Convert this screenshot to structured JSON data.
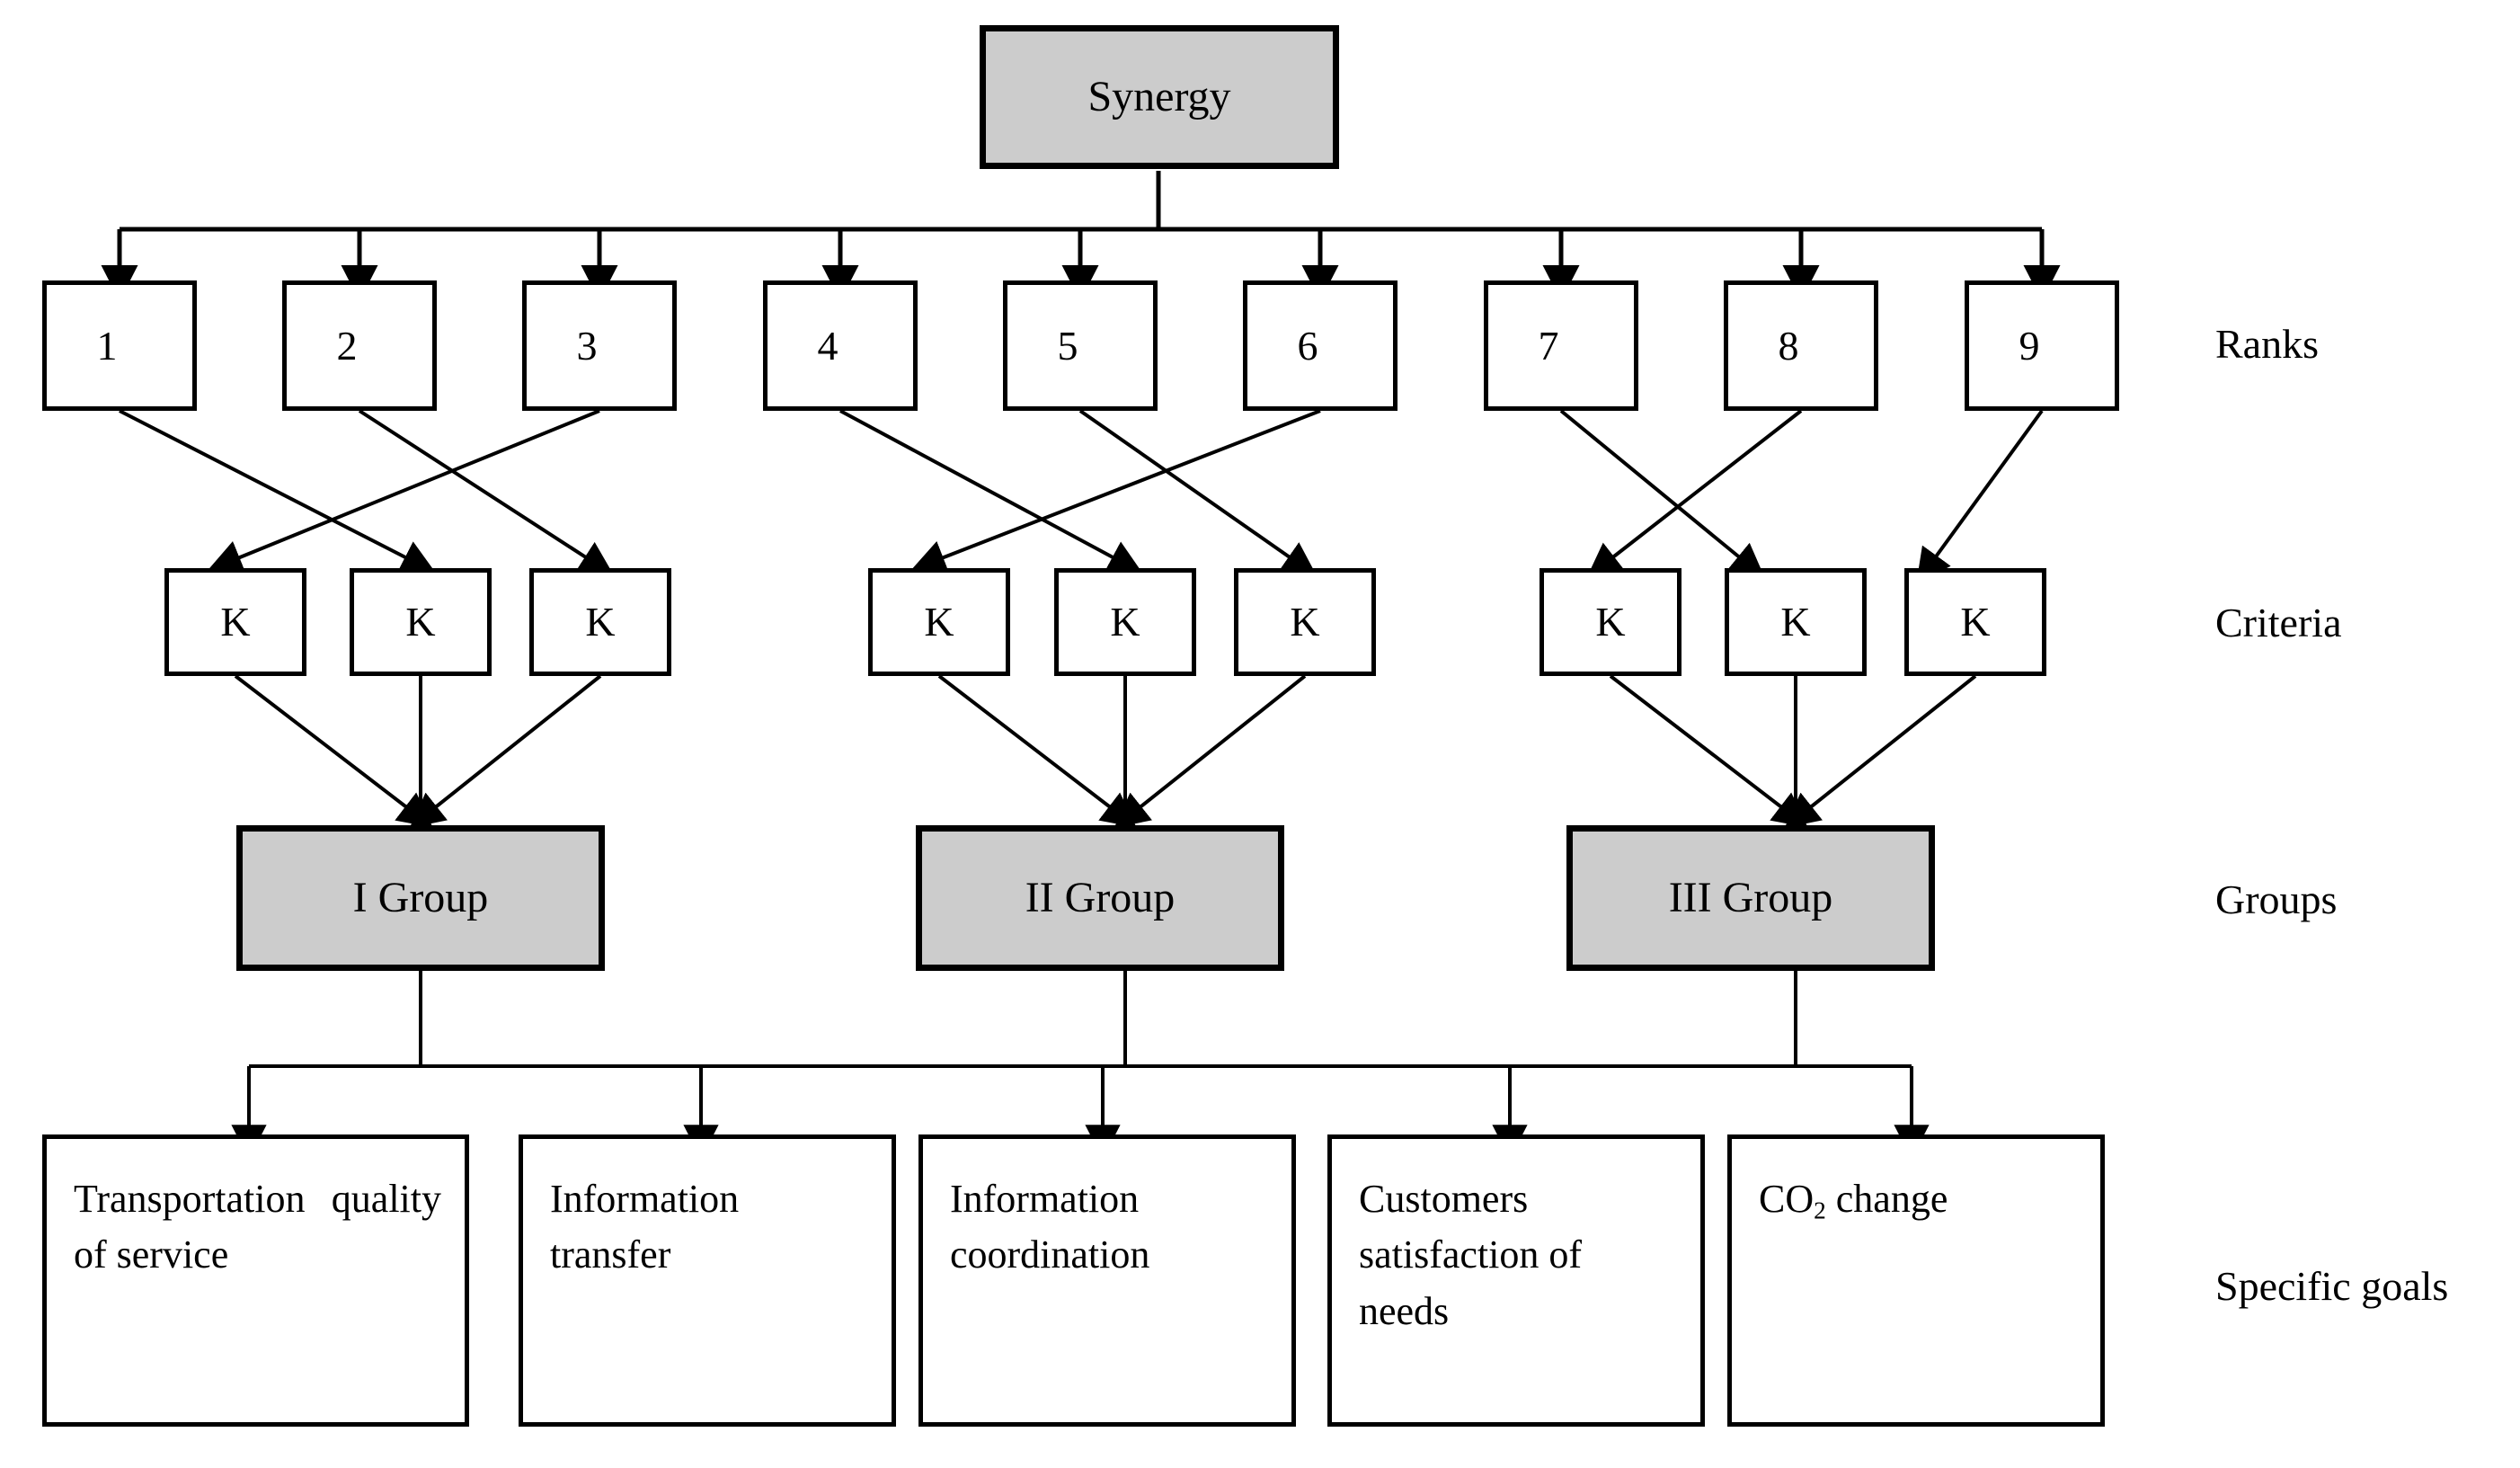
{
  "diagram": {
    "title": "Synergy",
    "top_node": {
      "label": "Synergy"
    },
    "row_captions": [
      {
        "id": "ranks",
        "label": "Ranks"
      },
      {
        "id": "criteria",
        "label": "Criteria"
      },
      {
        "id": "groups",
        "label": "Groups"
      },
      {
        "id": "goals",
        "label": "Specific goals"
      }
    ],
    "ranks": [
      {
        "label": "1"
      },
      {
        "label": "2"
      },
      {
        "label": "3"
      },
      {
        "label": "4"
      },
      {
        "label": "5"
      },
      {
        "label": "6"
      },
      {
        "label": "7"
      },
      {
        "label": "8"
      },
      {
        "label": "9"
      }
    ],
    "criteria": [
      {
        "label": "K"
      },
      {
        "label": "K"
      },
      {
        "label": "K"
      },
      {
        "label": "K"
      },
      {
        "label": "K"
      },
      {
        "label": "K"
      },
      {
        "label": "K"
      },
      {
        "label": "K"
      },
      {
        "label": "K"
      }
    ],
    "groups": [
      {
        "label": "I Group"
      },
      {
        "label": "II Group"
      },
      {
        "label": "III Group"
      }
    ],
    "goals": [
      {
        "label": "Transportation quality of service",
        "html": "Transportation quality of service"
      },
      {
        "label": "Information transfer",
        "html": "Information transfer"
      },
      {
        "label": "Information coordination",
        "html": "Information coordination"
      },
      {
        "label": "Customers satisfaction of needs",
        "html": "Customers satisfaction of needs"
      },
      {
        "label": "CO2 change",
        "html": "CO<sub>2</sub> change"
      }
    ],
    "colors": {
      "background": "#ffffff",
      "stroke": "#000000",
      "shaded_fill": "#cccccc",
      "plain_fill": "#ffffff"
    },
    "edges": {
      "synergy_to_ranks": [
        0,
        1,
        2,
        3,
        4,
        5,
        6,
        7,
        8
      ],
      "rank_to_criteria": [
        {
          "from": 0,
          "to": 1
        },
        {
          "from": 1,
          "to": 2
        },
        {
          "from": 2,
          "to": 0
        },
        {
          "from": 3,
          "to": 4
        },
        {
          "from": 4,
          "to": 5
        },
        {
          "from": 5,
          "to": 3
        },
        {
          "from": 6,
          "to": 7
        },
        {
          "from": 7,
          "to": 6
        },
        {
          "from": 8,
          "to": 8
        }
      ],
      "criteria_to_groups": [
        {
          "from": 0,
          "to": 0
        },
        {
          "from": 1,
          "to": 0
        },
        {
          "from": 2,
          "to": 0
        },
        {
          "from": 3,
          "to": 1
        },
        {
          "from": 4,
          "to": 1
        },
        {
          "from": 5,
          "to": 1
        },
        {
          "from": 6,
          "to": 2
        },
        {
          "from": 7,
          "to": 2
        },
        {
          "from": 8,
          "to": 2
        }
      ],
      "groups_to_goals": [
        0,
        1,
        2,
        3,
        4
      ]
    }
  }
}
